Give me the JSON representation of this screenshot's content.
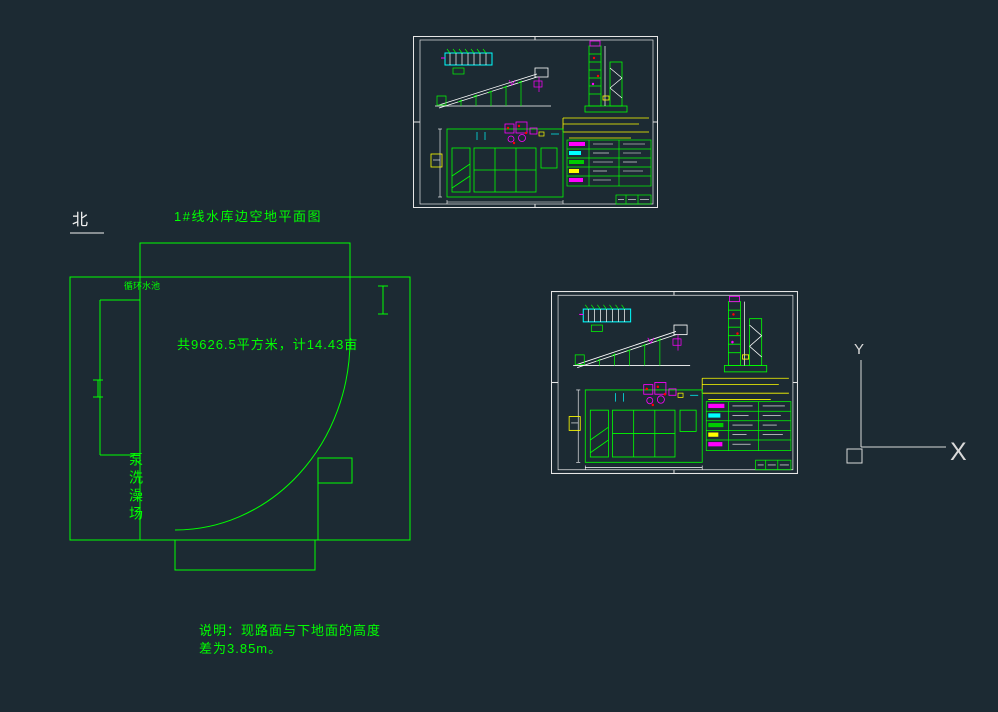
{
  "canvas": {
    "background_color": "#1c2a33"
  },
  "colors": {
    "entity_green": "#00ff00",
    "frame_white": "#e6e6e6",
    "cyan": "#00ffff",
    "magenta": "#ff00ff",
    "yellow": "#ffff00",
    "red": "#ff0000"
  },
  "site_plan": {
    "north_label": "北",
    "title": "1#线水库边空地平面图",
    "area_text": "共9626.5平方米，计14.43亩",
    "pool_label": "循环水池",
    "bath_label": "泵洗澡场",
    "note_line1": "说明：现路面与下地面的高度",
    "note_line2": "差为3.85m。"
  },
  "ucs": {
    "y_label": "Y",
    "x_label": "X"
  }
}
